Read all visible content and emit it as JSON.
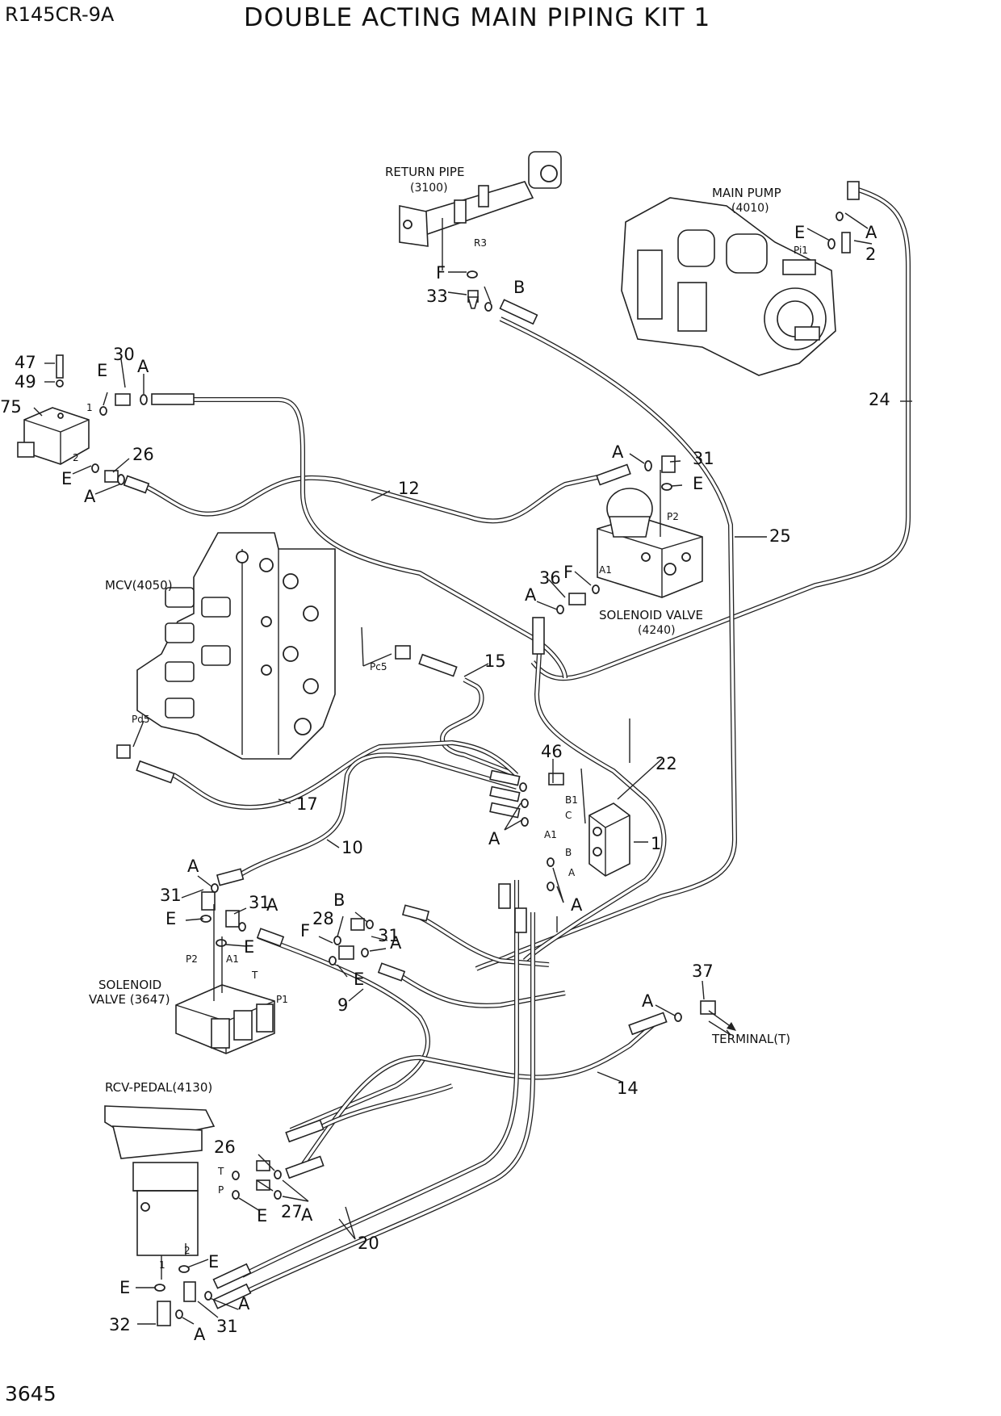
{
  "header": {
    "model": "R145CR-9A",
    "title": "DOUBLE ACTING MAIN PIPING KIT 1"
  },
  "footer": {
    "page_number": "3645"
  },
  "components": {
    "return_pipe": {
      "name": "RETURN PIPE",
      "code": "(3100)"
    },
    "main_pump": {
      "name": "MAIN PUMP",
      "code": "(4010)"
    },
    "mcv": {
      "name": "MCV(4050)"
    },
    "solenoid_valve_4240": {
      "name": "SOLENOID VALVE",
      "code": "(4240)"
    },
    "solenoid_valve_3647": {
      "name": "SOLENOID",
      "code": "VALVE (3647)"
    },
    "rcv_pedal": {
      "name": "RCV-PEDAL(4130)"
    },
    "terminal": {
      "name": "TERMINAL(T)"
    }
  },
  "callouts": {
    "c1": "1",
    "c2": "2",
    "c9": "9",
    "c10": "10",
    "c12": "12",
    "c14": "14",
    "c15": "15",
    "c17": "17",
    "c20": "20",
    "c22": "22",
    "c24": "24",
    "c25": "25",
    "c26": "26",
    "c27": "27",
    "c28": "28",
    "c30": "30",
    "c31": "31",
    "c32": "32",
    "c33": "33",
    "c36": "36",
    "c37": "37",
    "c46": "46",
    "c47": "47",
    "c49": "49",
    "c75": "75"
  },
  "letters": {
    "a": "A",
    "b": "B",
    "e": "E",
    "f": "F"
  },
  "ports": {
    "r3": "R3",
    "pi1": "Pi1",
    "p2": "P2",
    "a1": "A1",
    "pc5": "Pc5",
    "pd5": "Pd5",
    "b1": "B1",
    "c": "C",
    "b": "B",
    "a": "A",
    "t": "T",
    "p1": "P1",
    "p": "P",
    "one": "1",
    "two": "2"
  }
}
